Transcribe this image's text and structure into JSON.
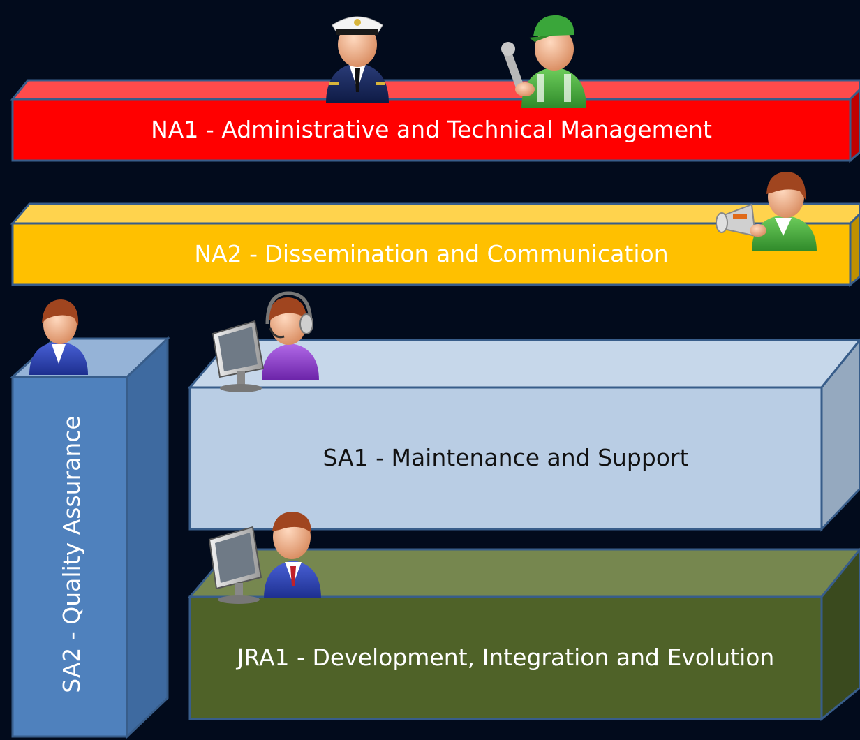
{
  "blocks": {
    "na1": {
      "label": "NA1 - Administrative and Technical Management",
      "color": "#ff0000"
    },
    "na2": {
      "label": "NA2 - Dissemination and Communication",
      "color": "#ffc000"
    },
    "sa1": {
      "label": "SA1 - Maintenance and Support",
      "color": "#b9cde4"
    },
    "jra1": {
      "label": "JRA1 - Development, Integration and Evolution",
      "color": "#4f6228"
    },
    "sa2": {
      "label": "SA2 - Quality Assurance",
      "color": "#4f81bd"
    }
  },
  "people": [
    {
      "icon": "captain-person-icon"
    },
    {
      "icon": "mechanic-person-icon"
    },
    {
      "icon": "megaphone-person-icon"
    },
    {
      "icon": "woman-person-icon"
    },
    {
      "icon": "headset-operator-icon"
    },
    {
      "icon": "computer-user-icon"
    }
  ]
}
